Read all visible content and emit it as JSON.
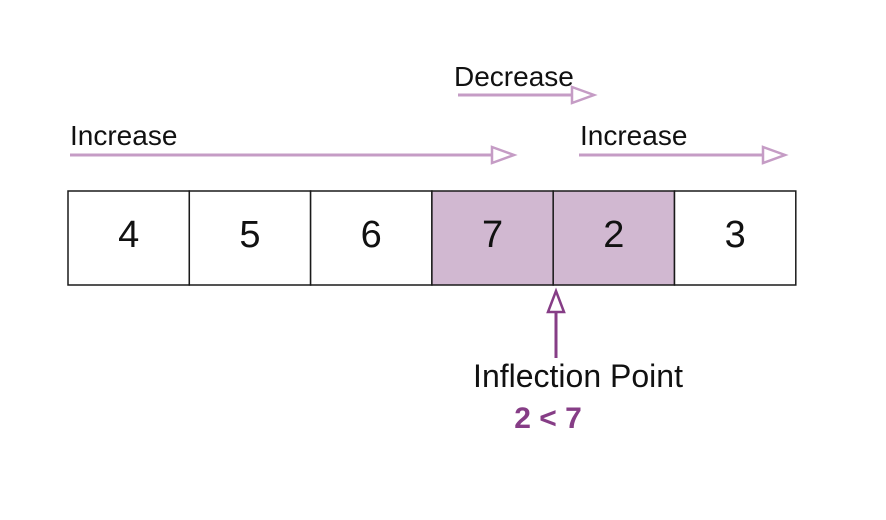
{
  "labels": {
    "increase_left": "Increase",
    "decrease": "Decrease",
    "increase_right": "Increase",
    "inflection": "Inflection Point",
    "condition": "2 < 7"
  },
  "array": {
    "values": [
      "4",
      "5",
      "6",
      "7",
      "2",
      "3"
    ],
    "highlighted": [
      3,
      4
    ]
  },
  "colors": {
    "highlight_fill": "#d1b8d1",
    "light_arrow": "#c59cc5",
    "dark_arrow": "#863d86",
    "cell_border": "#1a1a1a"
  }
}
